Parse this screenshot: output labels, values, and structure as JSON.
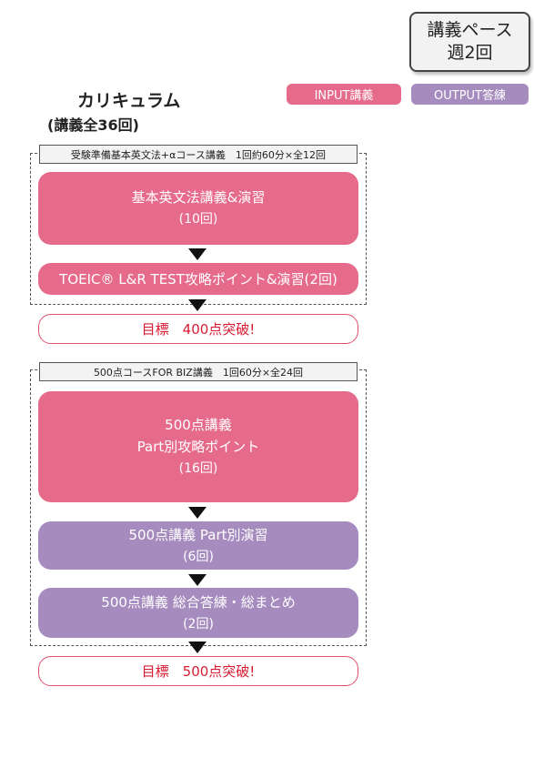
{
  "pace": {
    "line1": "講義ペース",
    "line2": "週2回"
  },
  "curriculum": {
    "title": "カリキュラム",
    "subtitle": "(講義全36回)"
  },
  "legend": {
    "input": "INPUT講義",
    "output": "OUTPUT答練"
  },
  "colors": {
    "input": "#e66b8a",
    "output": "#a68bbf",
    "goal": "#d81b33"
  },
  "course1": {
    "label": "受験準備基本英文法+αコース講義　1回約60分×全12回",
    "blocks": [
      {
        "title": "基本英文法講義&演習",
        "count": "(10回)",
        "kind": "input"
      },
      {
        "title": "TOEIC® L&R TEST攻略ポイント&演習(2回)",
        "kind": "input"
      }
    ],
    "goal": "目標　400点突破!"
  },
  "course2": {
    "label": "500点コースFOR BIZ講義　1回60分×全24回",
    "blocks": [
      {
        "line1": "500点講義",
        "line2": "Part別攻略ポイント",
        "count": "(16回)",
        "kind": "input"
      },
      {
        "title": "500点講義 Part別演習",
        "count": "(6回)",
        "kind": "output"
      },
      {
        "title": "500点講義 総合答練・総まとめ",
        "count": "(2回)",
        "kind": "output"
      }
    ],
    "goal": "目標　500点突破!"
  }
}
